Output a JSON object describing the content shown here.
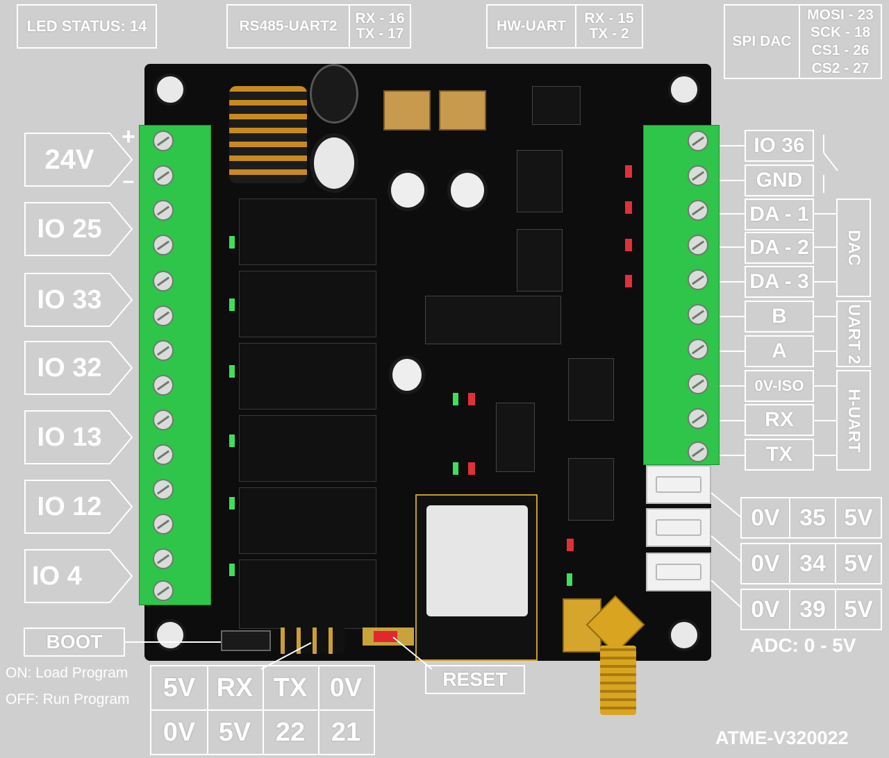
{
  "top_labels": {
    "led_status": "LED STATUS: 14",
    "rs485": {
      "name": "RS485-UART2",
      "rx": "RX - 16",
      "tx": "TX - 17"
    },
    "hw_uart": {
      "name": "HW-UART",
      "rx": "RX - 15",
      "tx": "TX - 2"
    },
    "spi_dac": {
      "name": "SPI DAC",
      "mosi": "MOSI - 23",
      "sck": "SCK - 18",
      "cs1": "CS1 - 26",
      "cs2": "CS2 - 27"
    }
  },
  "left_labels": {
    "power": "24V",
    "plus": "+",
    "minus": "–",
    "io": [
      "IO 25",
      "IO 33",
      "IO 32",
      "IO 13",
      "IO 12",
      "IO 4"
    ]
  },
  "right_labels": {
    "terminals": [
      "IO 36",
      "GND",
      "DA - 1",
      "DA - 2",
      "DA - 3",
      "B",
      "A",
      "0V-ISO",
      "RX",
      "TX"
    ],
    "groups": {
      "dac": "DAC",
      "uart2": "UART 2",
      "huart": "H-UART"
    }
  },
  "adc": {
    "rows": [
      {
        "gnd": "0V",
        "pin": "35",
        "vcc": "5V"
      },
      {
        "gnd": "0V",
        "pin": "34",
        "vcc": "5V"
      },
      {
        "gnd": "0V",
        "pin": "39",
        "vcc": "5V"
      }
    ],
    "range": "ADC: 0 - 5V"
  },
  "bottom": {
    "boot": "BOOT",
    "boot_on": "ON: Load Program",
    "boot_off": "OFF: Run Program",
    "reset": "RESET",
    "header_row1": [
      "5V",
      "RX",
      "TX",
      "0V"
    ],
    "header_row2": [
      "0V",
      "5V",
      "22",
      "21"
    ],
    "model": "ATME-V320022"
  },
  "colors": {
    "background": "#cfcfcf",
    "pcb": "#0d0d0d",
    "terminal_green": "#2fc44a",
    "label_white": "#ffffff",
    "antenna_gold": "#d9a520"
  }
}
